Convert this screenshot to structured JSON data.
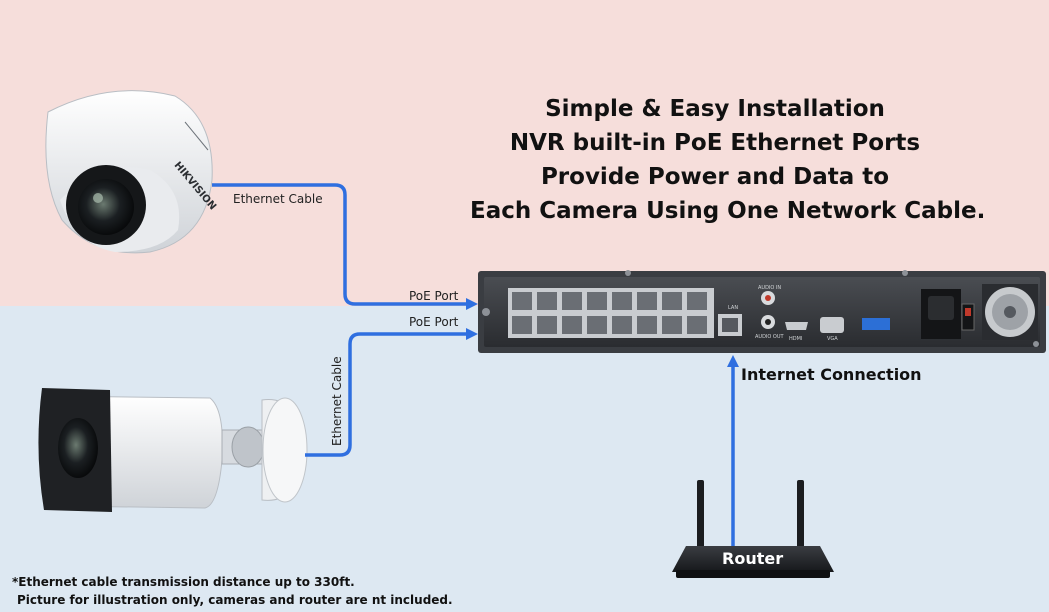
{
  "headline": {
    "line1": "Simple & Easy Installation",
    "line2": "NVR built-in PoE Ethernet Ports",
    "line3": "Provide Power and Data to",
    "line4": "Each Camera Using One Network Cable."
  },
  "cables": {
    "top_cable_label": "Ethernet Cable",
    "bottom_cable_label": "Ethernet Cable",
    "poe_port_1": "PoE Port",
    "poe_port_2": "PoE Port",
    "internet": "Internet Connection"
  },
  "camera_brand": "HIKVISION",
  "router_label": "Router",
  "nvr_labels": {
    "lan": "LAN",
    "audio_in": "AUDIO IN",
    "audio_out": "AUDIO OUT",
    "hdmi": "HDMI",
    "vga": "VGA"
  },
  "footnote": {
    "line1": "*Ethernet cable transmission distance up to 330ft.",
    "line2": "Picture for illustration only, cameras and router are nt included."
  },
  "colors": {
    "cable_blue": "#2f6fe0",
    "top_bg": "#f6dedb",
    "bottom_bg": "#dde8f2"
  }
}
